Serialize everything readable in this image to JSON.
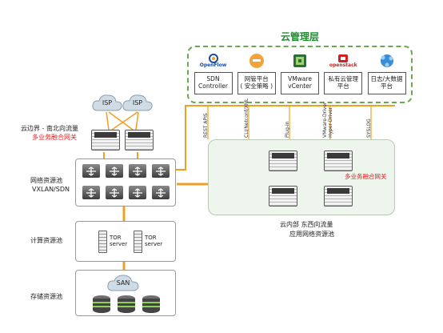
{
  "mgmt": {
    "title": "云管理层",
    "items": [
      {
        "logo": "OpenFlow",
        "label": "SDN\nController"
      },
      {
        "logo": "",
        "label": "网管平台\n( 安全策略 )"
      },
      {
        "logo": "",
        "label": "VMware\nvCenter"
      },
      {
        "logo": "openstack",
        "label": "私有云管理\n平台"
      },
      {
        "logo": "",
        "label": "日志/大数据\n平台"
      }
    ]
  },
  "isp": {
    "left": "ISP",
    "right": "ISP"
  },
  "labels": {
    "edge": "云边界 - 南北向流量",
    "edge_gateway": "多业务融合网关",
    "network_pool": "网络资源池",
    "network_pool_sub": "VXLAN/SDN",
    "compute_pool": "计算资源池",
    "storage_pool": "存储资源池",
    "inner_gateway": "多业务融合网关",
    "inner_traffic": "云内部    东西向流量",
    "inner_app": "应用网络资源池"
  },
  "tor": {
    "line1": "TOR",
    "line2": "server"
  },
  "san": "SAN",
  "interfaces": [
    "REST APIS",
    "CLI/Netconf/XML",
    "Plug-in",
    "VMware-Driver\nHyper-Driver",
    "SYSLOG"
  ],
  "colors": {
    "accent_green": "#1e8c2e",
    "link_orange": "#f0a020",
    "alert_red": "#e02020"
  }
}
